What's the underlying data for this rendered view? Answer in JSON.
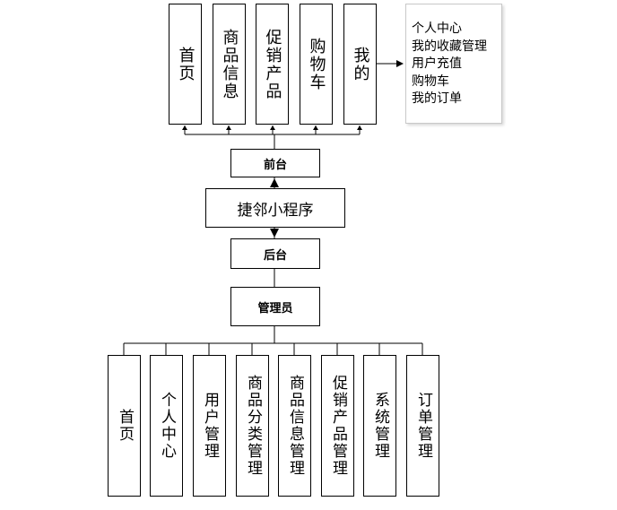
{
  "front_nav": [
    "首页",
    "商品信息",
    "促销产品",
    "购物车",
    "我的"
  ],
  "mine_menu": [
    "个人中心",
    "我的收藏管理",
    "用户充值",
    "购物车",
    "我的订单"
  ],
  "front_label": "前台",
  "app_name": "捷邻小程序",
  "back_label": "后台",
  "admin_label": "管理员",
  "admin_modules": [
    "首页",
    "个人中心",
    "用户管理",
    "商品分类管理",
    "商品信息管理",
    "促销产品管理",
    "系统管理",
    "订单管理"
  ]
}
